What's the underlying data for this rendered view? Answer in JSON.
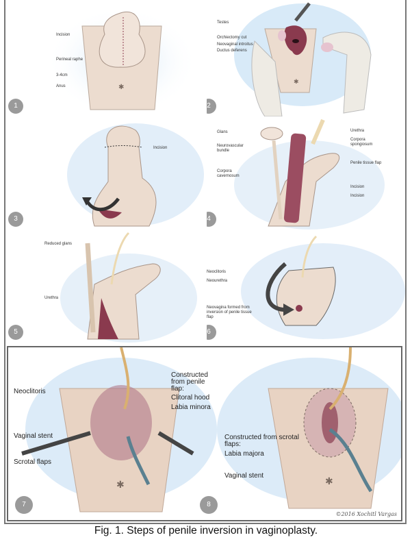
{
  "panels": [
    {
      "number": "1",
      "labels": [
        "Incision",
        "Perineal raphe",
        "3-4cm",
        "Anus"
      ]
    },
    {
      "number": "2",
      "labels": [
        "Testes",
        "Orchiectomy cut",
        "Neovaginal introitus",
        "Ductus deferens"
      ]
    },
    {
      "number": "3",
      "labels": [
        "Incision"
      ]
    },
    {
      "number": "4",
      "labels": [
        "Glans",
        "Neurovascular bundle",
        "Corpora cavernosum",
        "Urethra",
        "Corpora spongiosum",
        "Penile tissue flap",
        "Incision",
        "Incision"
      ]
    },
    {
      "number": "5",
      "labels": [
        "Reduced glans",
        "Urethra"
      ]
    },
    {
      "number": "6",
      "labels": [
        "Neoclitoris",
        "Neourethra",
        "Neovagina formed from inversion of penile tissue flap"
      ]
    },
    {
      "number": "7",
      "labels": [
        "Neoclitoris",
        "Vaginal stent",
        "Scrotal flaps",
        "Constructed from penile flap:",
        "Clitoral hood",
        "Labia minora"
      ]
    },
    {
      "number": "8",
      "labels": [
        "Constructed from scrotal flaps:",
        "Labia majora",
        "Vaginal stent"
      ]
    }
  ],
  "signature": "©2016 Xochitl Vargas",
  "caption": "Fig. 1. Steps of penile inversion in vaginoplasty.",
  "colors": {
    "skin": "#e8d3c3",
    "tissue": "#8a3a4e",
    "glow": "#d4e8f7",
    "badge": "#9a9a9a"
  }
}
